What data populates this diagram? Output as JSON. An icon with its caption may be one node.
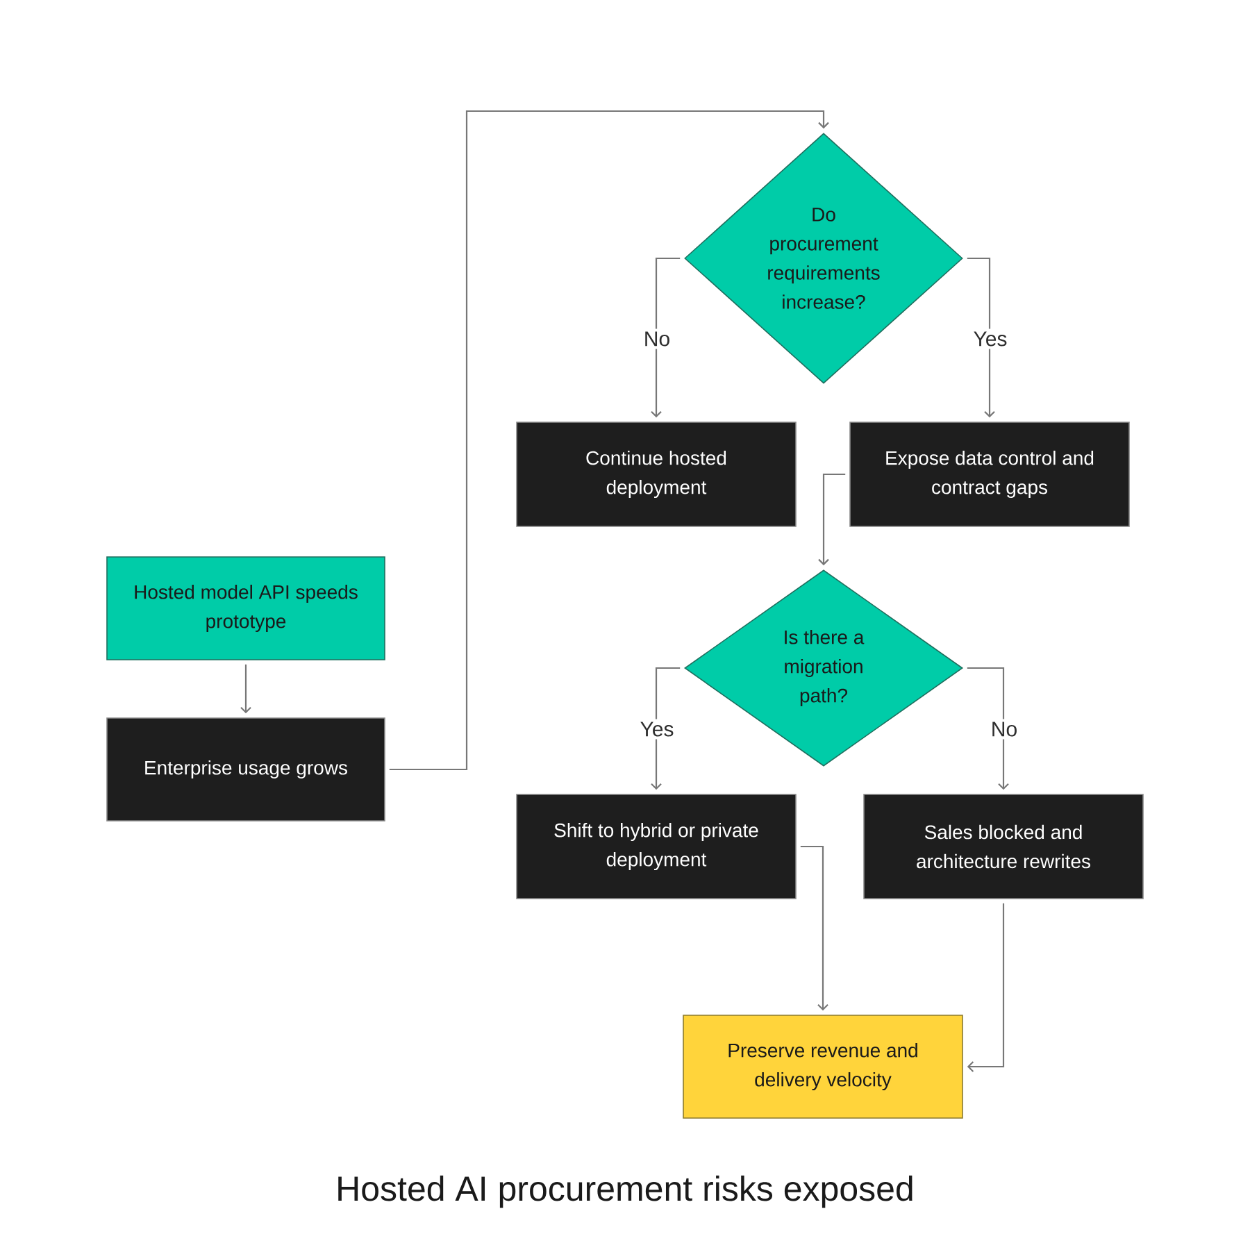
{
  "diagram": {
    "caption": "Hosted AI procurement risks exposed",
    "nodes": [
      {
        "text": [
          "Hosted model API speeds prototype"
        ]
      },
      {
        "text": [
          "Enterprise usage grows"
        ]
      },
      {
        "text": [
          "Do procurement requirements increase?"
        ]
      },
      {
        "text": [
          "Continue hosted deployment"
        ]
      },
      {
        "text": [
          "Expose data control and contract gaps"
        ]
      },
      {
        "text": [
          "Is there a migration path?"
        ]
      },
      {
        "text": [
          "Shift to hybrid or private deployment"
        ]
      },
      {
        "text": [
          "Sales blocked and architecture rewrites"
        ]
      },
      {
        "text": [
          "Preserve revenue and delivery velocity"
        ]
      }
    ],
    "edges": [
      {
        "from": 0,
        "to": 1,
        "arrow": "to"
      },
      {
        "from": 1,
        "to": 2,
        "arrow": "to"
      },
      {
        "from": 2,
        "to": 3,
        "arrow": "to",
        "label": "No"
      },
      {
        "from": 2,
        "to": 4,
        "arrow": "to",
        "label": "Yes"
      },
      {
        "from": 4,
        "to": 5,
        "arrow": "to"
      },
      {
        "from": 5,
        "to": 6,
        "arrow": "to",
        "label": "Yes"
      },
      {
        "from": 5,
        "to": 7,
        "arrow": "to",
        "label": "No"
      },
      {
        "from": 6,
        "to": 8,
        "arrow": "to"
      },
      {
        "from": 7,
        "to": 8,
        "arrow": "to"
      }
    ]
  }
}
